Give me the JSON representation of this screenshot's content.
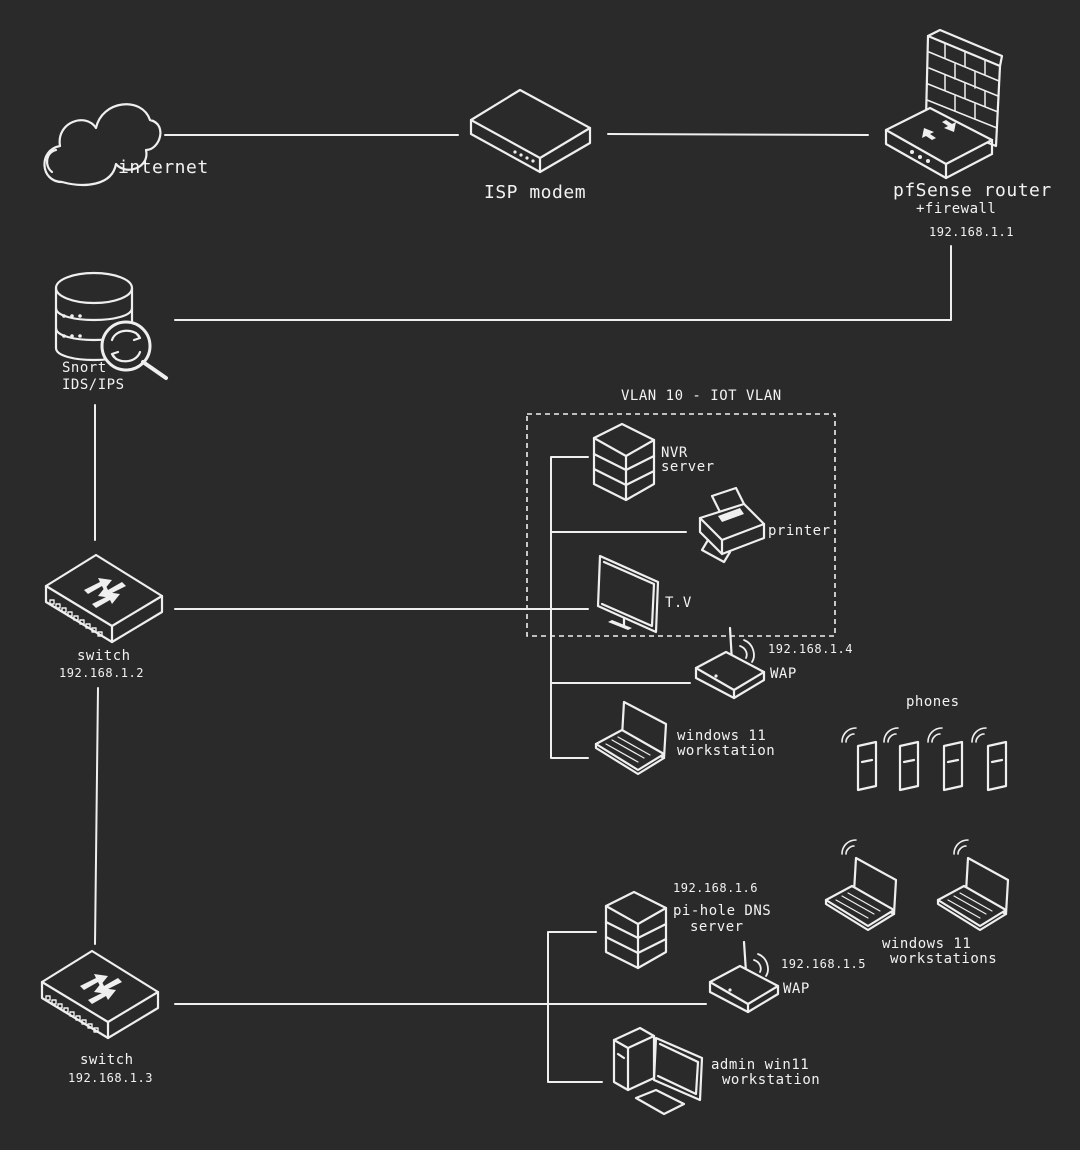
{
  "nodes": {
    "internet": "internet",
    "isp_modem": "ISP modem",
    "router": {
      "line1": "pfSense router",
      "line2": "+firewall",
      "ip": "192.168.1.1"
    },
    "snort": {
      "line1": "Snort",
      "line2": "IDS/IPS"
    },
    "switch1": {
      "name": "switch",
      "ip": "192.168.1.2"
    },
    "switch2": {
      "name": "switch",
      "ip": "192.168.1.3"
    },
    "vlan_title": "VLAN 10 - IOT VLAN",
    "nvr": {
      "line1": "NVR",
      "line2": "server"
    },
    "printer": "printer",
    "tv": "T.V",
    "wap1": {
      "name": "WAP",
      "ip": "192.168.1.4"
    },
    "ws1": {
      "line1": "windows 11",
      "line2": "workstation"
    },
    "phones": "phones",
    "pihole": {
      "ip": "192.168.1.6",
      "line1": "pi-hole DNS",
      "line2": "server"
    },
    "wap2": {
      "name": "WAP",
      "ip": "192.168.1.5"
    },
    "ws2": {
      "line1": "windows 11",
      "line2": "workstations"
    },
    "admin": {
      "line1": "admin win11",
      "line2": "workstation"
    }
  }
}
